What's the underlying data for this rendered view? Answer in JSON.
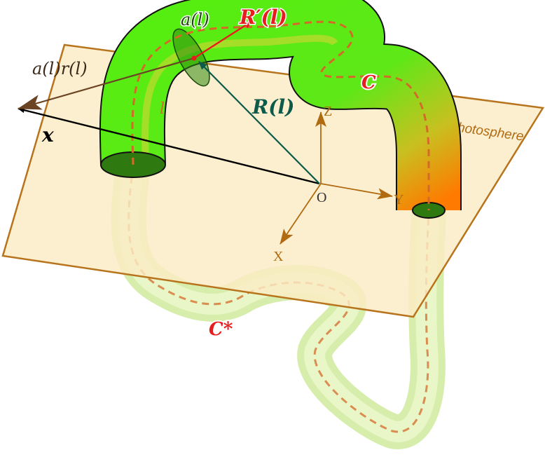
{
  "labels": {
    "a_l": "a(l)",
    "R_prime": "R′(l)",
    "a_r": "a(l)r(l)",
    "x_vec": "x",
    "R_l": "R(l)",
    "l": "l",
    "C": "C",
    "C_star": "C*",
    "Z": "Z",
    "Y": "Y",
    "X": "X",
    "O": "O",
    "photosphere": "photosphere"
  },
  "colors": {
    "plane_fill": "#fbecc4",
    "plane_stroke": "#b8741c",
    "axis": "#b06a10",
    "R_vector": "#0c5a4a",
    "R_prime_vector": "#e81c1c",
    "ar_vector": "#6b4423",
    "x_vector": "#000000",
    "tube_green": "#44e000",
    "tube_orange": "#ff7a00",
    "axis_curve": "#d46a28"
  }
}
